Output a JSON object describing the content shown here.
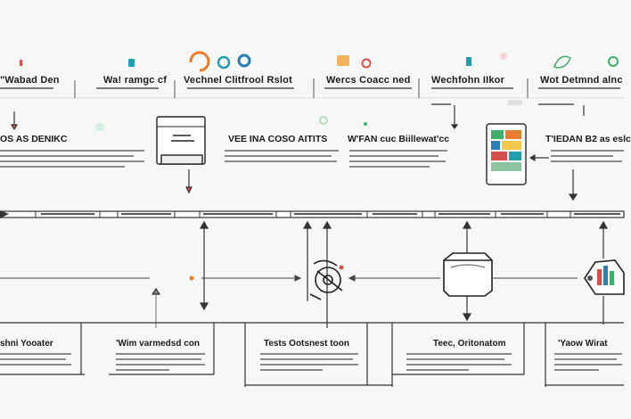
{
  "colors": {
    "accent_orange": "#e87c2f",
    "accent_teal": "#1f9fb0",
    "accent_blue": "#2a7fb8",
    "accent_green": "#3fae6b",
    "accent_red": "#d8504a",
    "ink": "#1b1b1b",
    "line": "#333333"
  },
  "top_headings": [
    "\"Wabad Den",
    "Wa! ramgc cf",
    "Vechnel Clitfrool Rslot",
    "Wercs Coacc ned",
    "Wechfohn IIkor",
    "Wot Detmnd alnc"
  ],
  "mid_headings": [
    "OS AS DENIKC",
    "VEE INA COSO  AITITS",
    "W'FAN cuc Biillewat'cc",
    "T'IEDAN  B2 as eslc"
  ],
  "bottom_headings": [
    "shni Yooater",
    "'Wim varmedsd con",
    "Tests Ootsnest toon",
    "Teec, Oritonatom",
    "'Yaow Wirat"
  ],
  "icons": [
    "swirl-icon",
    "ring-icon",
    "ring-icon-2",
    "device-icon",
    "clipboard-icon",
    "gear-network-icon",
    "cube-icon",
    "shield-chart-icon"
  ]
}
